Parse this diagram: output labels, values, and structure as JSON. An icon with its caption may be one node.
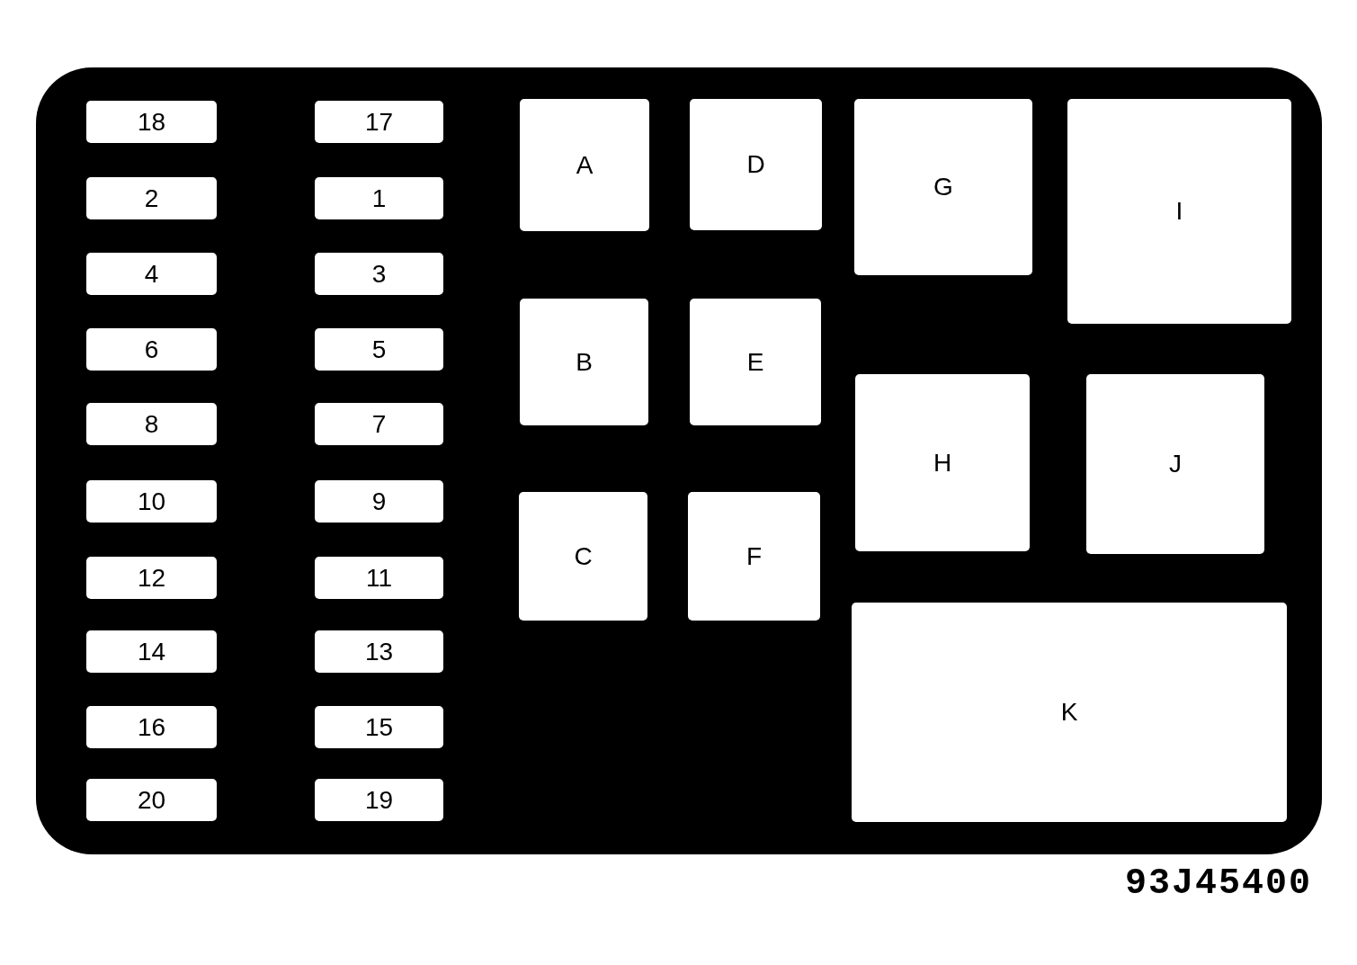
{
  "diagram": {
    "nodes": [
      {
        "text": [],
        "shape": "box"
      },
      {
        "text": [
          "18"
        ],
        "in": 0
      },
      {
        "text": [
          "17"
        ],
        "in": 0
      },
      {
        "text": [
          "2"
        ],
        "in": 0
      },
      {
        "text": [
          "1"
        ],
        "in": 0
      },
      {
        "text": [
          "4"
        ],
        "in": 0
      },
      {
        "text": [
          "3"
        ],
        "in": 0
      },
      {
        "text": [
          "6"
        ],
        "in": 0
      },
      {
        "text": [
          "5"
        ],
        "in": 0
      },
      {
        "text": [
          "8"
        ],
        "in": 0
      },
      {
        "text": [
          "7"
        ],
        "in": 0
      },
      {
        "text": [
          "10"
        ],
        "in": 0
      },
      {
        "text": [
          "9"
        ],
        "in": 0
      },
      {
        "text": [
          "12"
        ],
        "in": 0
      },
      {
        "text": [
          "11"
        ],
        "in": 0
      },
      {
        "text": [
          "14"
        ],
        "in": 0
      },
      {
        "text": [
          "13"
        ],
        "in": 0
      },
      {
        "text": [
          "16"
        ],
        "in": 0
      },
      {
        "text": [
          "15"
        ],
        "in": 0
      },
      {
        "text": [
          "20"
        ],
        "in": 0
      },
      {
        "text": [
          "19"
        ],
        "in": 0
      },
      {
        "text": [
          "A"
        ],
        "in": 0
      },
      {
        "text": [
          "D"
        ],
        "in": 0
      },
      {
        "text": [
          "B"
        ],
        "in": 0
      },
      {
        "text": [
          "E"
        ],
        "in": 0
      },
      {
        "text": [
          "C"
        ],
        "in": 0
      },
      {
        "text": [
          "F"
        ],
        "in": 0
      },
      {
        "text": [
          "G"
        ],
        "in": 0
      },
      {
        "text": [
          "I"
        ],
        "in": 0
      },
      {
        "text": [
          "H"
        ],
        "in": 0
      },
      {
        "text": [
          "J"
        ],
        "in": 0
      },
      {
        "text": [
          "K"
        ],
        "in": 0
      }
    ],
    "labels": [
      "93J45400"
    ]
  }
}
